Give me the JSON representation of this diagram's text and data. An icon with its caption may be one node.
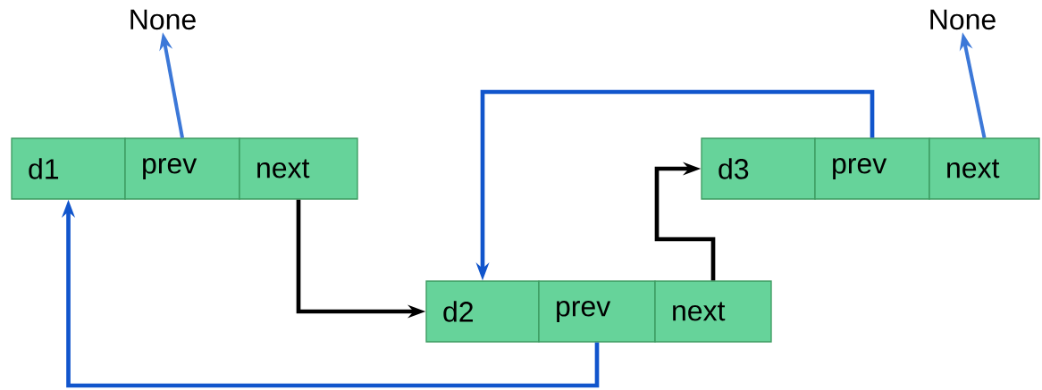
{
  "diagram": {
    "nodes": [
      {
        "text": [
          "None"
        ]
      },
      {
        "text": [
          "None"
        ]
      },
      {
        "text": [
          "d1"
        ]
      },
      {
        "text": [
          "prev"
        ]
      },
      {
        "text": [
          "next"
        ]
      },
      {
        "text": [
          "d3"
        ]
      },
      {
        "text": [
          "prev"
        ]
      },
      {
        "text": [
          "next"
        ]
      },
      {
        "text": [
          "d2"
        ]
      },
      {
        "text": [
          "prev"
        ]
      },
      {
        "text": [
          "next"
        ]
      }
    ],
    "edges": [
      {
        "from": 3,
        "to": 0,
        "arrow": "to",
        "color": "#3c78d8"
      },
      {
        "from": 4,
        "to": 8,
        "arrow": "to",
        "color": "#000000"
      },
      {
        "from": 9,
        "to": 2,
        "arrow": "to",
        "color": "#1155cc"
      },
      {
        "from": 10,
        "to": 5,
        "arrow": "to",
        "color": "#000000"
      },
      {
        "from": 6,
        "to": 8,
        "arrow": "to",
        "color": "#1155cc"
      },
      {
        "from": 7,
        "to": 1,
        "arrow": "to",
        "color": "#3c78d8"
      }
    ]
  }
}
